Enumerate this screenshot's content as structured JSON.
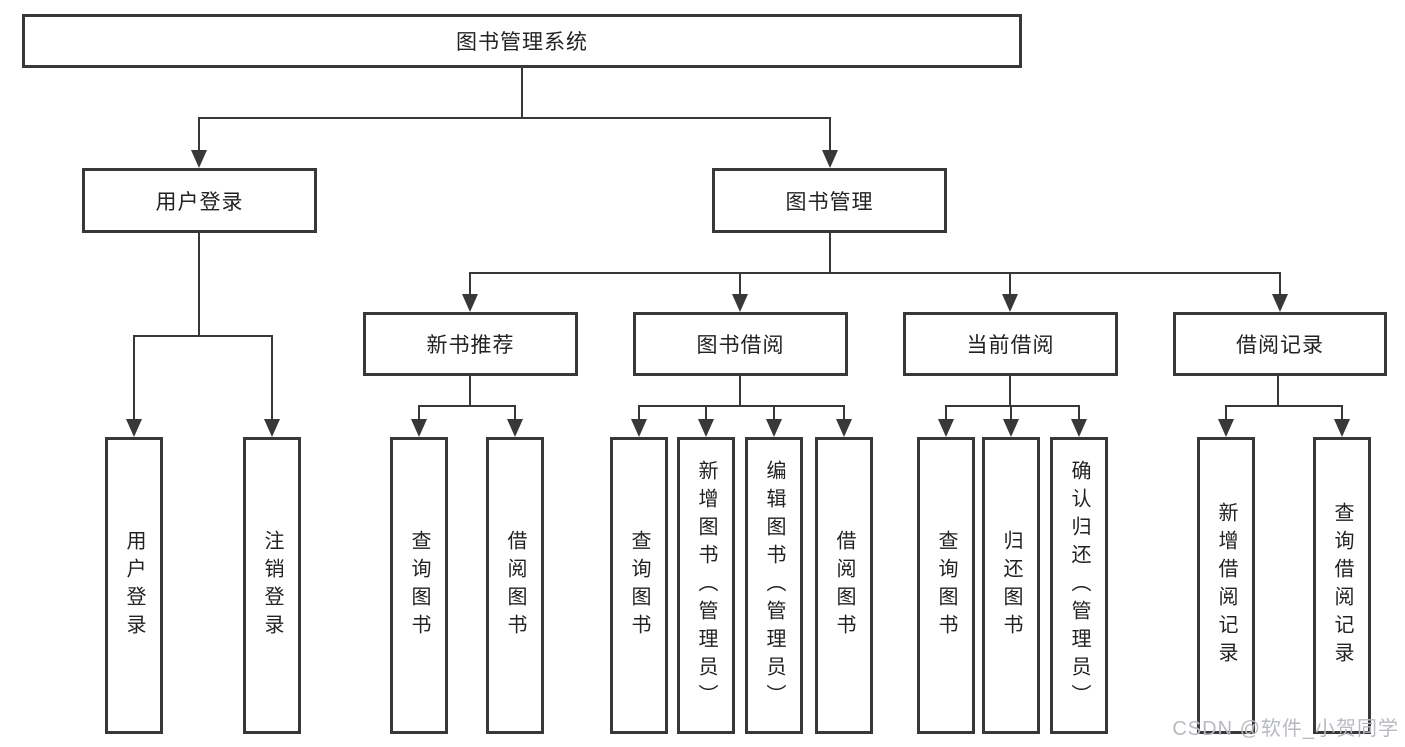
{
  "diagram": {
    "title": "图书管理系统",
    "type": "hierarchy-tree"
  },
  "root": {
    "label": "图书管理系统"
  },
  "level2": [
    {
      "label": "用户登录"
    },
    {
      "label": "图书管理"
    }
  ],
  "level3": [
    {
      "label": "新书推荐"
    },
    {
      "label": "图书借阅"
    },
    {
      "label": "当前借阅"
    },
    {
      "label": "借阅记录"
    }
  ],
  "leaves": {
    "user_login": [
      {
        "label": "用户登录"
      },
      {
        "label": "注销登录"
      }
    ],
    "new_book_recommend": [
      {
        "label": "查询图书"
      },
      {
        "label": "借阅图书"
      }
    ],
    "book_borrow": [
      {
        "label": "查询图书"
      },
      {
        "label": "新增图书（管理员）"
      },
      {
        "label": "编辑图书（管理员）"
      },
      {
        "label": "借阅图书"
      }
    ],
    "current_borrow": [
      {
        "label": "查询图书"
      },
      {
        "label": "归还图书"
      },
      {
        "label": "确认归还（管理员）"
      }
    ],
    "borrow_records": [
      {
        "label": "新增借阅记录"
      },
      {
        "label": "查询借阅记录"
      }
    ]
  },
  "watermark": "CSDN @软件_小贺同学",
  "colors": {
    "line": "#383838",
    "text": "#222222",
    "background": "#ffffff",
    "watermark": "#b7bac0"
  }
}
